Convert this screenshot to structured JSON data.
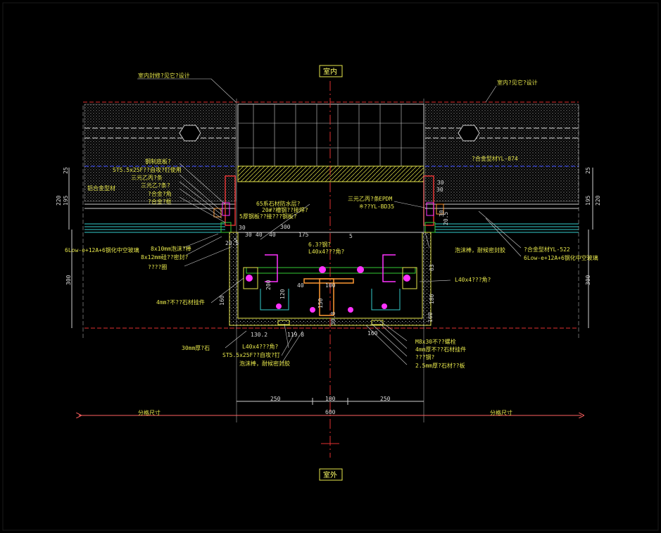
{
  "drawing": {
    "label_interior": "室内",
    "label_exterior": "室外",
    "left_sizing_label": "分格尺寸",
    "right_sizing_label": "分格尺寸"
  },
  "callouts_left": [
    "室内封修?见它?设计",
    "钢制底板?",
    "ST5.5x25F??自攻?钉使用",
    "三元乙丙?条",
    "三元乙?条?",
    "铝合金型材",
    "?合金?角",
    "?合金?框",
    "6Low-e+12A+6钢化中空玻璃",
    "8x10mm泡沫?棒",
    "8x12mm硅??密封?",
    "????圈",
    "4mm?不??石材挂件",
    "30mm厚?石",
    "L40x4???角?",
    "ST5.5x25F??自攻?钉",
    "泡沫棒，耐候密封胶"
  ],
  "callouts_center": [
    "65系石材防水层?",
    "20#?槽钢??接焊?",
    "5厚钢板??接???钢板?",
    "6.3?钢?",
    "L40x4???角?"
  ],
  "callouts_right": [
    "室内?见它?设计",
    "?合金型材YL-874",
    "三元乙丙?条",
    "EPDM",
    "※??YL-BD35",
    "泡沫棒，耐候密封胶",
    "?合金型材YL-522",
    "6Low-e+12A+6钢化中空玻璃",
    "L40x4???角?",
    "M8x30不??螺栓",
    "4mm厚不??石材挂件",
    "???钢?",
    "2.5mm厚?石材??板"
  ],
  "dimensions": {
    "left": [
      "25",
      "220",
      "195",
      "300"
    ],
    "right": [
      "25",
      "220",
      "195",
      "300",
      "63",
      "180"
    ],
    "top": [
      "30",
      "300",
      "5",
      "30",
      "40",
      "40",
      "175",
      "5",
      "30"
    ],
    "middle": [
      "20.5",
      "200",
      "120",
      "40",
      "100",
      "150",
      "160",
      "160",
      "30.8"
    ],
    "right_small": [
      "30",
      "30",
      "20.5"
    ],
    "bottom_pieces": [
      "130.2",
      "119.8",
      "160"
    ],
    "bottom_row": [
      "250",
      "100",
      "250"
    ],
    "overall": "600"
  },
  "colors": {
    "background": "#000000",
    "text": "#e6e64b",
    "dimension": "#d9d9d9",
    "stone_hatch": "#c8c8c8",
    "frame_red": "#e03030",
    "accent_magenta": "#ff33ff",
    "steel_orange": "#ff9933",
    "axis_red": "#ff2020",
    "glass_cyan": "#33cccc",
    "dashed_blue": "#3344ff",
    "insulation_yellow": "#e6e64b",
    "leader_white": "#cfcfcf",
    "green_line": "#33cc33"
  }
}
